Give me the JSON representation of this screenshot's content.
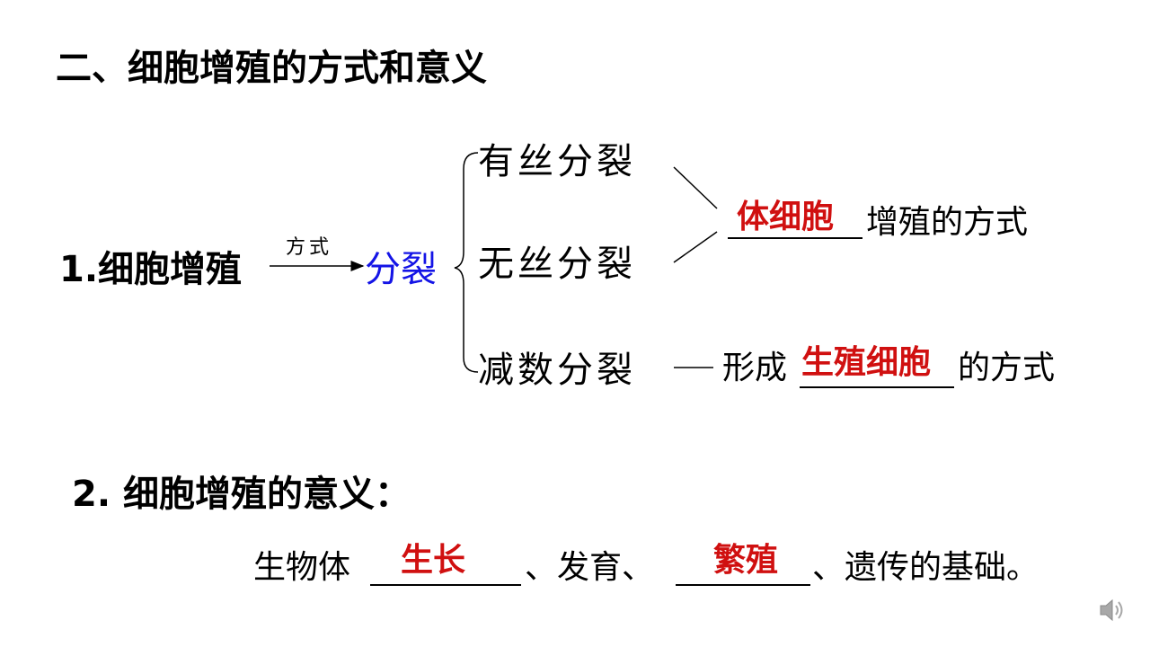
{
  "title": "二、细胞增殖的方式和意义",
  "section1": {
    "label": "1.细胞增殖",
    "arrow_label": "方式",
    "division": "分裂",
    "types": [
      "有丝分裂",
      "无丝分裂",
      "减数分裂"
    ],
    "somatic": {
      "answer": "体细胞",
      "suffix": "增殖的方式"
    },
    "germ": {
      "prefix": "形成",
      "answer": "生殖细胞",
      "suffix": "的方式"
    }
  },
  "section2": {
    "label": "2. 细胞增殖的意义：",
    "prefix": "生物体",
    "answer1": "生长",
    "middle": "、发育、",
    "answer2": "繁殖",
    "suffix": "、遗传的基础。"
  },
  "colors": {
    "answer": "#d01010",
    "highlight": "#1414e6"
  },
  "icons": {
    "speaker": "speaker-icon"
  }
}
